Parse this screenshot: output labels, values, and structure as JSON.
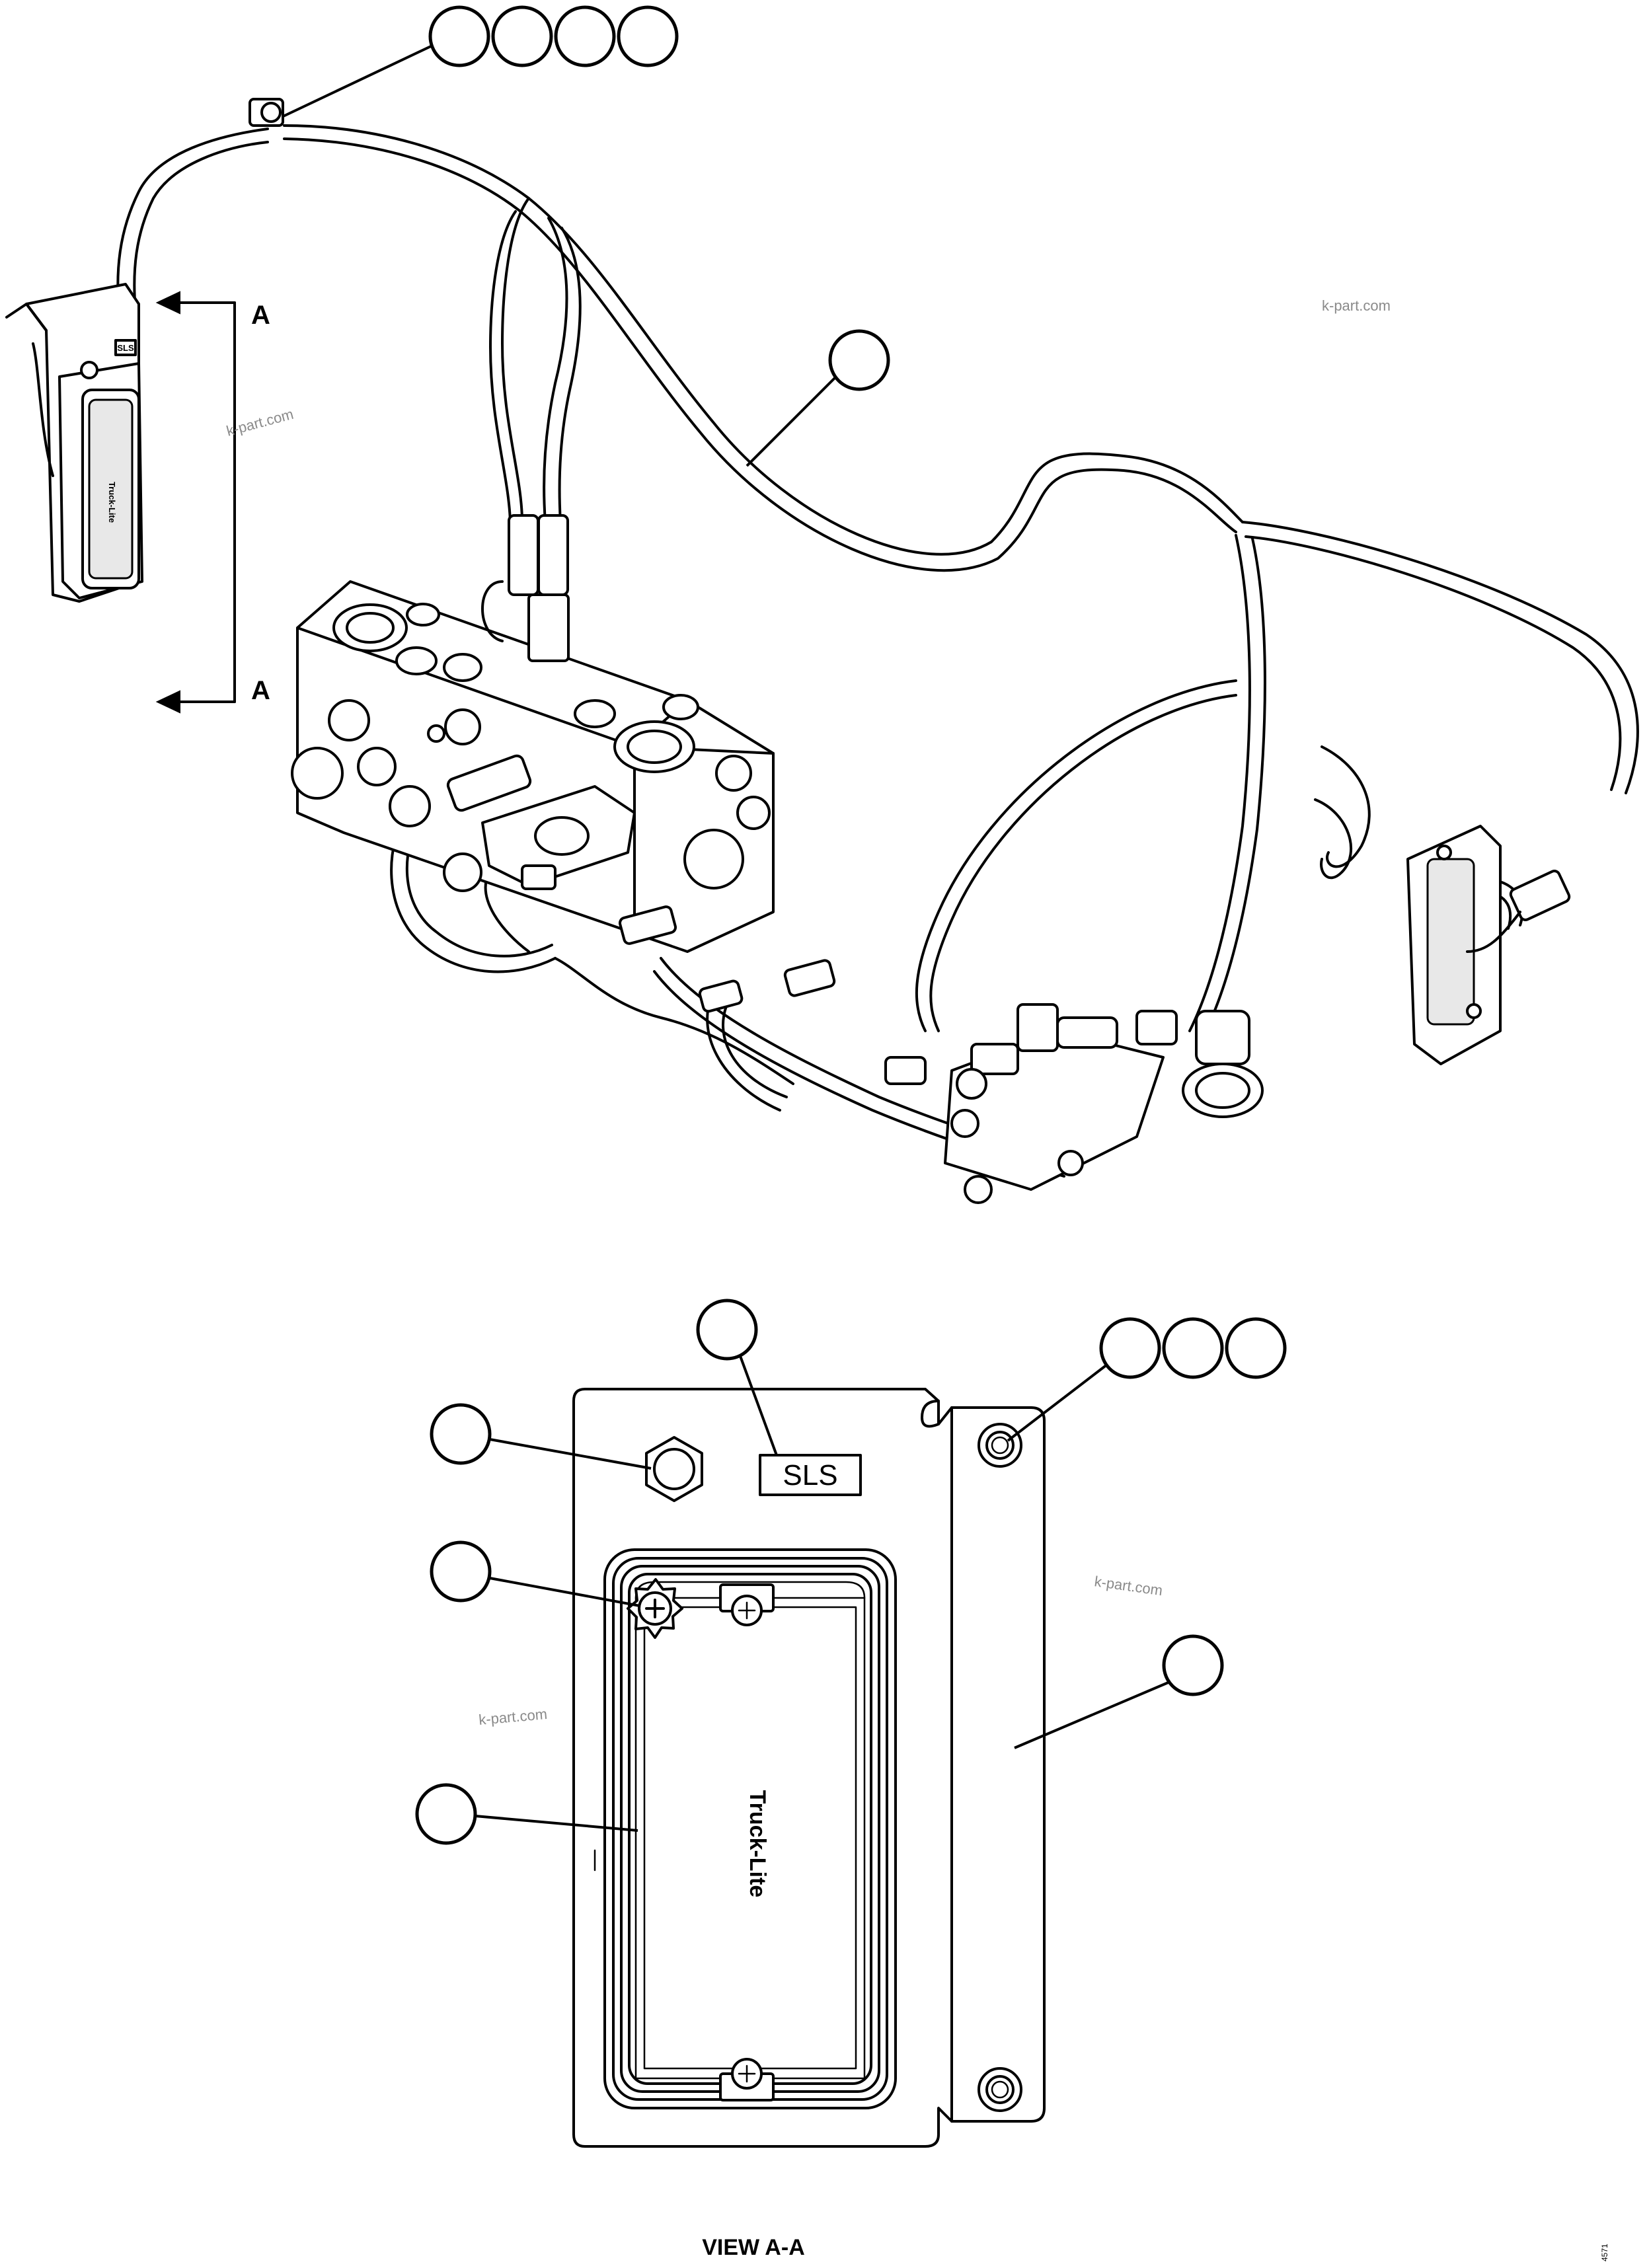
{
  "section_marker": {
    "top": "A",
    "bottom": "A"
  },
  "decal_label": "SLS",
  "view_caption": "VIEW A-A",
  "lamp_brand": "Truck-Lite",
  "reference_code": "4571",
  "watermarks": [
    "k-part.com",
    "k-part.com",
    "k-part.com",
    "k-part.com"
  ],
  "icons": [
    "hex-nut-icon",
    "phillips-screw-icon",
    "section-arrow-icon"
  ]
}
